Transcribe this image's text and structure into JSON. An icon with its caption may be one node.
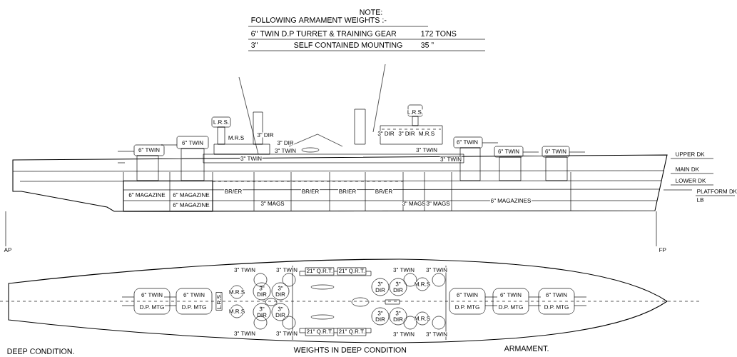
{
  "diagram": {
    "title": "NOTE:",
    "labels": [
      "FOLLOWING ARMAMENT WEIGHTS :-",
      "6\" TWIN D.P TURRET & TRAINING GEAR",
      "172 TONS",
      "3\"",
      "SELF CONTAINED MOUNTING",
      "35 ”",
      "6\" TWIN",
      "6\" TWIN",
      "L.R.S.",
      "M.R.S",
      "3\" DIR",
      "3\" DIR",
      "3\" TWIN",
      "3\" TWIN",
      "L.R.S.",
      "3\" DIR",
      "3\" DIR",
      "M.R.S",
      "3\" TWIN",
      "3\" TWIN",
      "6\" TWIN",
      "6\" TWIN",
      "6\" TWIN",
      "6\" MAGAZINE",
      "6\" MAGAZINE",
      "6\" MAGAZINE",
      "BR/ER",
      "3\" MAGS",
      "BR/ER",
      "BR/ER",
      "BR/ER",
      "3\" MAGS",
      "3\" MAGS",
      "6\" MAGAZINES",
      "UPPER DK",
      "MAIN DK",
      "LOWER DK",
      "PLATFORM DK",
      "LB",
      "AP",
      "FP",
      "3\" TWIN",
      "3\" TWIN",
      "21\" Q.R.T.",
      "21\" Q.R.T.",
      "3\" TWIN",
      "3\" TWIN",
      "6\" TWIN",
      "D.P. MTG",
      "6\" TWIN",
      "D.P. MTG",
      "L.R.S.",
      "M.R.S",
      "M.R.S",
      "3\" DIR",
      "3\" DIR",
      "3\" DIR",
      "3\" DIR",
      "3\" DIR",
      "3\" DIR",
      "3\" DIR",
      "3\" DIR",
      "M.R.S",
      "M.R.S",
      "6\" TWIN",
      "D.P. MTG",
      "6\" TWIN",
      "D.P. MTG",
      "6\" TWIN",
      "D.P. MTG",
      "3\" TWIN",
      "3\" TWIN",
      "21\" Q.R.T.",
      "21\" Q.R.T.",
      "3\" TWIN",
      "3\" TWIN",
      "DEEP CONDITION.",
      "WEIGHTS IN DEEP CONDITION",
      "ARMAMENT."
    ]
  }
}
